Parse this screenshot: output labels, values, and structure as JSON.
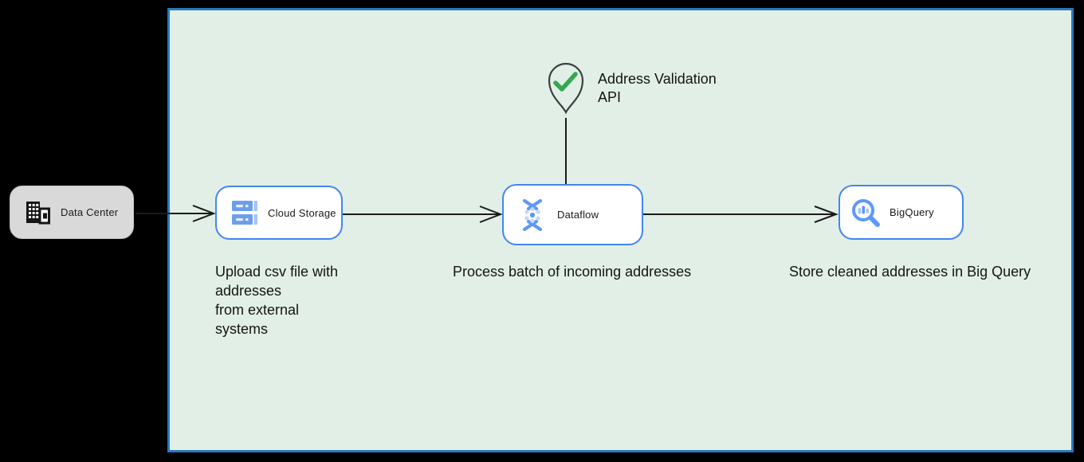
{
  "colors": {
    "background": "#000000",
    "panel_fill": "#e2efe6",
    "panel_border": "#2878bc",
    "node_fill": "#ffffff",
    "node_border": "#4285f4",
    "data_center_fill": "#d9d9d9",
    "arrow": "#1a1a1a",
    "icon_blue": "#5e97f6",
    "icon_blue_light": "#a5c4f7",
    "pin_outline": "#3c4043",
    "check_green": "#34a853"
  },
  "external": {
    "data_center_label": "Data Center"
  },
  "nodes": {
    "cloud_storage": {
      "label": "Cloud Storage"
    },
    "dataflow": {
      "label": "Dataflow"
    },
    "bigquery": {
      "label": "BigQuery"
    }
  },
  "captions": {
    "cloud_storage": "Upload csv file with\naddresses\nfrom external\nsystems",
    "dataflow": "Process batch of incoming addresses",
    "bigquery": "Store cleaned addresses in Big Query"
  },
  "annotation": {
    "address_validation": "Address Validation\nAPI"
  },
  "icons": {
    "data_center": "building-icon",
    "cloud_storage": "storage-buckets-icon",
    "dataflow": "dataflow-icon",
    "bigquery": "magnifier-barchart-icon",
    "annotation": "location-pin-icon",
    "annotation_mark": "checkmark-icon"
  }
}
